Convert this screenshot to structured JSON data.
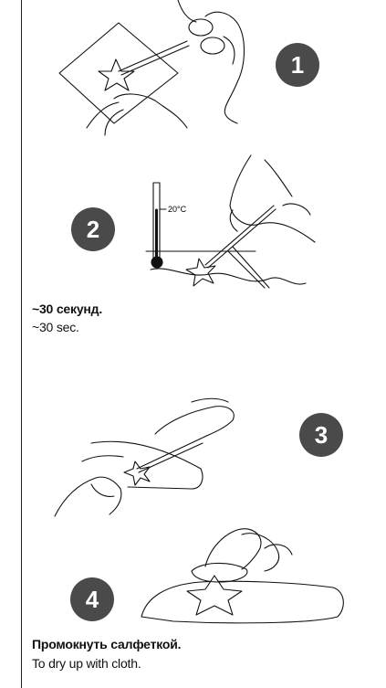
{
  "steps": [
    {
      "number": "1"
    },
    {
      "number": "2",
      "thermometer_label": "20°C",
      "caption_ru": "~30 секунд.",
      "caption_en": "~30 sec."
    },
    {
      "number": "3"
    },
    {
      "number": "4",
      "caption_ru": "Промокнуть салфеткой.",
      "caption_en": "To dry up with cloth."
    }
  ],
  "colors": {
    "badge": "#4a4a4a",
    "line": "#111111",
    "background": "#ffffff"
  }
}
